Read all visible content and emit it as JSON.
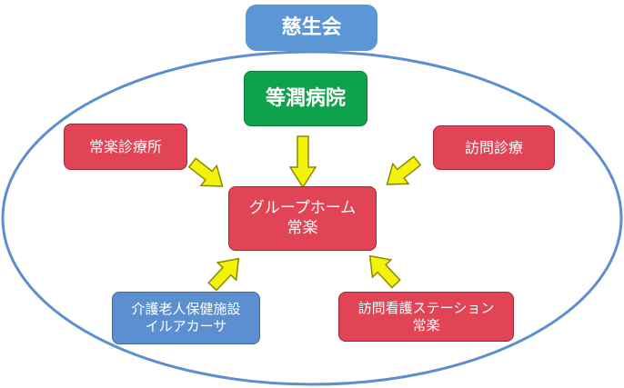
{
  "title": "慈生会",
  "hospital": "等潤病院",
  "center": {
    "line1": "グループホーム",
    "line2": "常楽"
  },
  "nodes": {
    "clinic": "常楽診療所",
    "home_visit": "訪問診療",
    "facility": {
      "line1": "介護老人保健施設",
      "line2": "イルアカーサ"
    },
    "nursing_station": {
      "line1": "訪問看護ステーション",
      "line2": "常楽"
    }
  },
  "colors": {
    "ellipse": "#5b8fd0",
    "red_box": "#e04455",
    "blue_box": "#5b8fd0",
    "green_box": "#0ea34a",
    "title_box": "#5b96d6",
    "arrow_fill": "#f2f20a",
    "arrow_stroke": "#8a8a00"
  }
}
